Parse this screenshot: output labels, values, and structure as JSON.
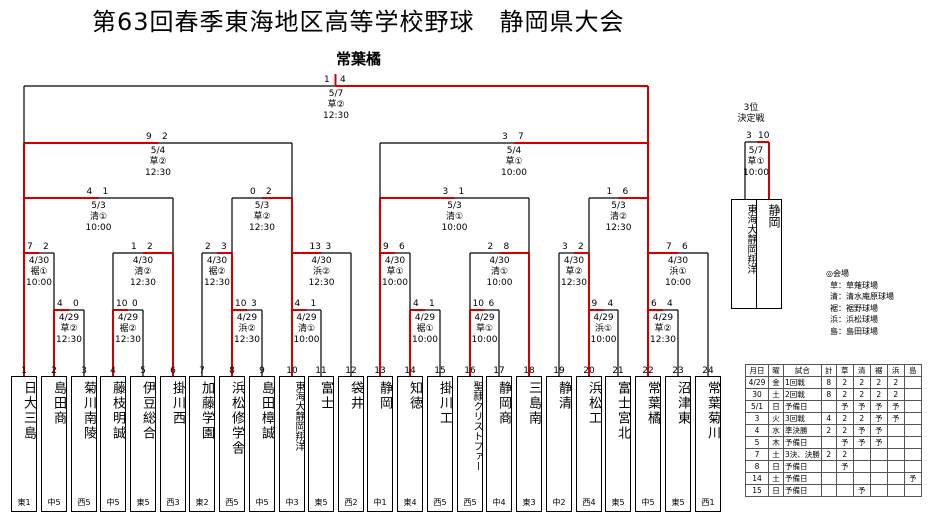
{
  "title": "第63回春季東海地区高等学校野球　静岡県大会",
  "champion": "常葉橘",
  "teams": [
    {
      "seed": "1",
      "name": "日大三島",
      "region": "東1"
    },
    {
      "seed": "2",
      "name": "島田商",
      "region": "中5"
    },
    {
      "seed": "3",
      "name": "菊川南陵",
      "region": "西5"
    },
    {
      "seed": "4",
      "name": "藤枝明誠",
      "region": "中5"
    },
    {
      "seed": "5",
      "name": "伊豆総合",
      "region": "東5"
    },
    {
      "seed": "6",
      "name": "掛川西",
      "region": "西3"
    },
    {
      "seed": "7",
      "name": "加藤学園",
      "region": "東2"
    },
    {
      "seed": "8",
      "name": "浜松修学舎",
      "region": "西5"
    },
    {
      "seed": "9",
      "name": "島田樟誠",
      "region": "中5"
    },
    {
      "seed": "10",
      "name": "東海大静岡翔洋",
      "region": "中3"
    },
    {
      "seed": "11",
      "name": "富士",
      "region": "東5"
    },
    {
      "seed": "12",
      "name": "袋井",
      "region": "西2"
    },
    {
      "seed": "13",
      "name": "静岡",
      "region": "中1"
    },
    {
      "seed": "14",
      "name": "知徳",
      "region": "東4"
    },
    {
      "seed": "15",
      "name": "掛川工",
      "region": "西5"
    },
    {
      "seed": "16",
      "name": "聖隷クリストファー",
      "region": "西5"
    },
    {
      "seed": "17",
      "name": "静岡商",
      "region": "中4"
    },
    {
      "seed": "18",
      "name": "三島南",
      "region": "東3"
    },
    {
      "seed": "19",
      "name": "静清",
      "region": "中2"
    },
    {
      "seed": "20",
      "name": "浜松工",
      "region": "西4"
    },
    {
      "seed": "21",
      "name": "富士宮北",
      "region": "東5"
    },
    {
      "seed": "22",
      "name": "常葉橘",
      "region": "中5"
    },
    {
      "seed": "23",
      "name": "沼津東",
      "region": "東5"
    },
    {
      "seed": "24",
      "name": "常葉菊川",
      "region": "西1"
    }
  ],
  "matches": [
    {
      "date": "4/29",
      "venue": "草②",
      "time": "12:30",
      "s1": "4",
      "s2": "0"
    },
    {
      "date": "4/29",
      "venue": "裾②",
      "time": "12:30",
      "s1": "10",
      "s2": "0"
    },
    {
      "date": "4/29",
      "venue": "浜②",
      "time": "12:30",
      "s1": "10",
      "s2": "3"
    },
    {
      "date": "4/29",
      "venue": "清①",
      "time": "10:00",
      "s1": "4",
      "s2": "1"
    },
    {
      "date": "4/29",
      "venue": "裾①",
      "time": "10:00",
      "s1": "4",
      "s2": "1"
    },
    {
      "date": "4/29",
      "venue": "草①",
      "time": "10:00",
      "s1": "10",
      "s2": "6"
    },
    {
      "date": "4/29",
      "venue": "浜①",
      "time": "10:00",
      "s1": "9",
      "s2": "4"
    },
    {
      "date": "4/29",
      "venue": "草②",
      "time": "12:30",
      "s1": "6",
      "s2": "4"
    },
    {
      "date": "4/30",
      "venue": "裾①",
      "time": "10:00",
      "s1": "7",
      "s2": "2"
    },
    {
      "date": "4/30",
      "venue": "清②",
      "time": "12:30",
      "s1": "1",
      "s2": "2"
    },
    {
      "date": "4/30",
      "venue": "裾②",
      "time": "12:30",
      "s1": "2",
      "s2": "3"
    },
    {
      "date": "4/30",
      "venue": "浜②",
      "time": "12:30",
      "s1": "13",
      "s2": "3"
    },
    {
      "date": "4/30",
      "venue": "草①",
      "time": "10:00",
      "s1": "9",
      "s2": "6"
    },
    {
      "date": "4/30",
      "venue": "清①",
      "time": "10:00",
      "s1": "2",
      "s2": "8"
    },
    {
      "date": "4/30",
      "venue": "草②",
      "time": "12:30",
      "s1": "3",
      "s2": "2"
    },
    {
      "date": "4/30",
      "venue": "浜①",
      "time": "10:00",
      "s1": "7",
      "s2": "6"
    },
    {
      "date": "5/3",
      "venue": "清①",
      "time": "10:00",
      "s1": "4",
      "s2": "1"
    },
    {
      "date": "5/3",
      "venue": "草②",
      "time": "12:30",
      "s1": "0",
      "s2": "2"
    },
    {
      "date": "5/3",
      "venue": "清①",
      "time": "10:00",
      "s1": "3",
      "s2": "1"
    },
    {
      "date": "5/3",
      "venue": "清②",
      "time": "12:30",
      "s1": "1",
      "s2": "6"
    },
    {
      "date": "5/4",
      "venue": "草②",
      "time": "12:30",
      "s1": "9",
      "s2": "2"
    },
    {
      "date": "5/4",
      "venue": "草①",
      "time": "10:00",
      "s1": "3",
      "s2": "7"
    },
    {
      "date": "5/7",
      "venue": "草②",
      "time": "12:30",
      "s1": "1",
      "s2": "4"
    }
  ],
  "third_place": {
    "label1": "3位",
    "label2": "決定戦",
    "date": "5/7",
    "venue": "草①",
    "time": "10:00",
    "s1": "3",
    "s2": "10",
    "team_left": "東海大静岡翔洋",
    "team_right": "静岡"
  },
  "legend": {
    "title": "◎会場",
    "items": [
      "草：草薙球場",
      "清：清水庵原球場",
      "裾：裾野球場",
      "浜：浜松球場",
      "島：島田球場"
    ]
  },
  "schedule": {
    "headers": [
      "月日",
      "曜",
      "試合",
      "計",
      "草",
      "清",
      "裾",
      "浜",
      "島"
    ],
    "rows": [
      [
        "4/29",
        "金",
        "1回戦",
        "8",
        "2",
        "2",
        "2",
        "2",
        ""
      ],
      [
        "30",
        "土",
        "2回戦",
        "8",
        "2",
        "2",
        "2",
        "2",
        ""
      ],
      [
        "5/1",
        "日",
        "予備日",
        "",
        "予",
        "予",
        "予",
        "予",
        ""
      ],
      [
        "3",
        "火",
        "3回戦",
        "4",
        "2",
        "2",
        "予",
        "予",
        ""
      ],
      [
        "4",
        "水",
        "準決勝",
        "2",
        "2",
        "予",
        "予",
        "",
        ""
      ],
      [
        "5",
        "木",
        "予備日",
        "",
        "予",
        "予",
        "予",
        "",
        ""
      ],
      [
        "7",
        "土",
        "3決、決勝",
        "2",
        "2",
        "",
        "",
        "",
        ""
      ],
      [
        "8",
        "日",
        "予備日",
        "",
        "予",
        "",
        "",
        "",
        ""
      ],
      [
        "14",
        "土",
        "予備日",
        "",
        "",
        "",
        "",
        "",
        "予"
      ],
      [
        "15",
        "日",
        "予備日",
        "",
        "",
        "予",
        "",
        "",
        ""
      ]
    ]
  },
  "colors": {
    "win": "#d40000",
    "lose": "#000000"
  }
}
